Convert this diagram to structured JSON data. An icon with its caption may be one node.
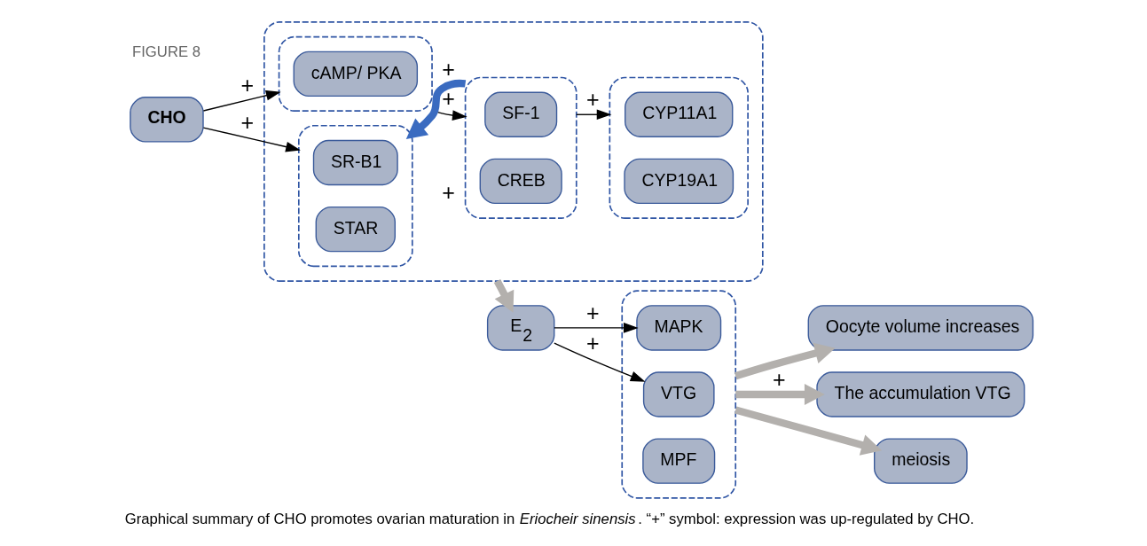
{
  "diagram": {
    "caption": "Graphical summary of CHO promotes ovarian maturation in *Eriocheir sinensis*. “+” symbol: expression was up-regulated by CHO.",
    "nodes": [
      {
        "text": [
          "CHO"
        ]
      },
      {
        "text": [],
        "shape": "box"
      },
      {
        "text": [],
        "shape": "box",
        "in": 1
      },
      {
        "text": [
          "SR-B1"
        ],
        "in": 2
      },
      {
        "text": [
          "STAR"
        ],
        "in": 2
      },
      {
        "text": [],
        "shape": "box",
        "in": 1
      },
      {
        "text": [
          "cAMP/ PKA"
        ],
        "in": 5
      },
      {
        "text": [],
        "shape": "box",
        "in": 1
      },
      {
        "text": [
          "SF-1"
        ],
        "in": 7
      },
      {
        "text": [
          "CREB"
        ],
        "in": 7
      },
      {
        "text": [],
        "shape": "box",
        "in": 1
      },
      {
        "text": [
          "CYP11A1"
        ],
        "in": 10
      },
      {
        "text": [
          "CYP19A1"
        ],
        "in": 10
      },
      {
        "text": [
          "E$_{2}$"
        ]
      },
      {
        "text": [],
        "shape": "box"
      },
      {
        "text": [
          "VTG"
        ],
        "in": 14
      },
      {
        "text": [
          "MAPK"
        ],
        "in": 14
      },
      {
        "text": [
          "MPF"
        ],
        "in": 14
      },
      {
        "text": [
          "Oocyte volume increases"
        ]
      },
      {
        "text": [
          "The accumulation VTG"
        ]
      },
      {
        "text": [
          "meiosis"
        ]
      }
    ],
    "edges": [
      {
        "from": 0,
        "to": 2,
        "arrow": "to",
        "label": "+"
      },
      {
        "from": 0,
        "to": 5,
        "arrow": "to",
        "label": "+"
      },
      {
        "from": 5,
        "to": 7,
        "arrow": "to",
        "label": "+"
      },
      {
        "from": 7,
        "to": 2,
        "arrow": "to",
        "label": "+",
        "style": "thick",
        "color": "#3a6bc0"
      },
      {
        "from": 7,
        "to": 10,
        "arrow": "to",
        "label": "+"
      },
      {
        "from": 1,
        "to": 13,
        "arrow": "to",
        "label": "+",
        "style": "thick",
        "color": "#b3b0ad"
      },
      {
        "from": 13,
        "to": 15,
        "arrow": "to",
        "label": "+"
      },
      {
        "from": 13,
        "to": 16,
        "arrow": "to",
        "label": "+"
      },
      {
        "from": 14,
        "to": 18,
        "arrow": "to",
        "style": "thick",
        "color": "#b3b0ad"
      },
      {
        "from": 14,
        "to": 19,
        "arrow": "to",
        "label": "+",
        "style": "thick",
        "color": "#b3b0ad"
      },
      {
        "from": 14,
        "to": 20,
        "arrow": "to",
        "style": "thick",
        "color": "#b3b0ad"
      }
    ],
    "labels": [
      "FIGURE 8"
    ]
  }
}
